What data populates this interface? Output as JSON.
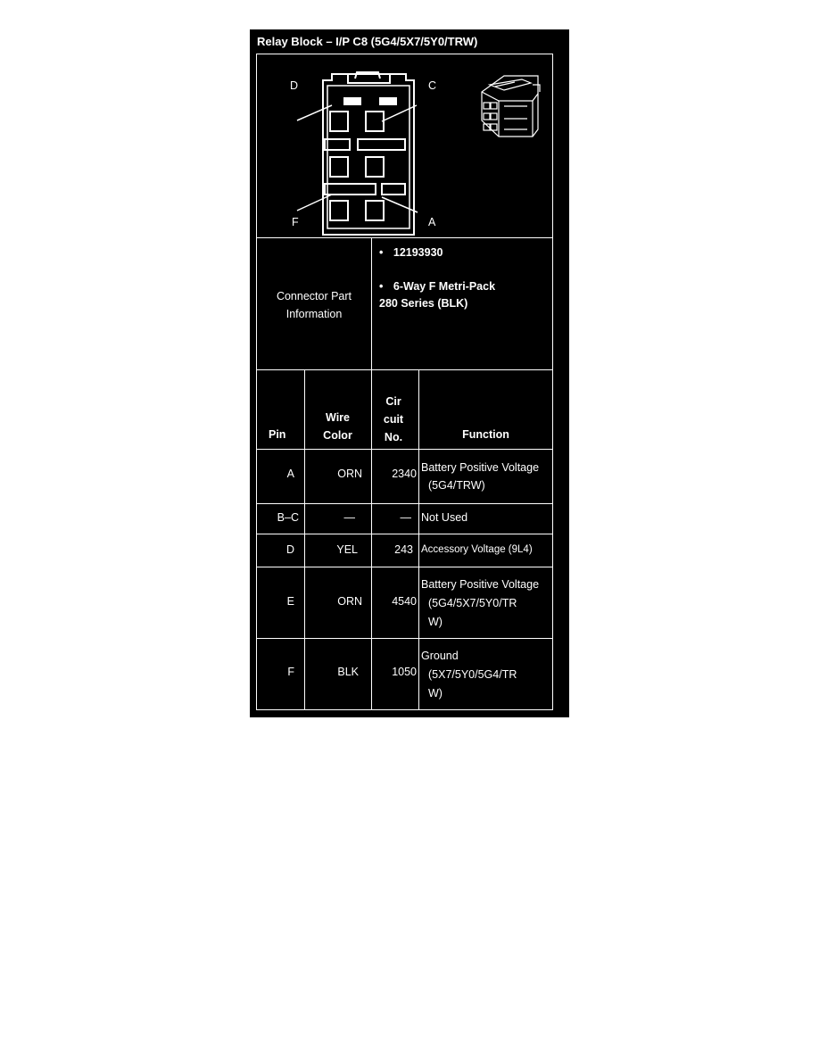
{
  "title": "Relay Block – I/P C8 (5G4/5X7/5Y0/TRW)",
  "diagram": {
    "labels": {
      "d": "D",
      "c": "C",
      "f": "F",
      "a": "A"
    },
    "icons": [
      "connector-face-icon",
      "connector-3d-icon"
    ]
  },
  "connector_info": {
    "label_line1": "Connector Part",
    "label_line2": "Information",
    "bullet": "•",
    "part_number": "12193930",
    "type_line1": "6-Way F Metri-Pack",
    "type_line2": "280 Series (BLK)"
  },
  "pin_table": {
    "headers": {
      "pin": "Pin",
      "wire_color_1": "Wire",
      "wire_color_2": "Color",
      "circuit_1": "Cir",
      "circuit_2": "cuit",
      "circuit_3": "No.",
      "function": "Function"
    },
    "rows": [
      {
        "pin": "A",
        "color": "ORN",
        "circuit": "2340",
        "function": [
          "Battery Positive Voltage",
          "(5G4/TRW)"
        ]
      },
      {
        "pin": "B–C",
        "color": "—",
        "circuit": "—",
        "function": [
          "Not Used"
        ]
      },
      {
        "pin": "D",
        "color": "YEL",
        "circuit": "243",
        "function": [
          "Accessory Voltage (9L4)"
        ]
      },
      {
        "pin": "E",
        "color": "ORN",
        "circuit": "4540",
        "function": [
          "Battery Positive Voltage",
          "(5G4/5X7/5Y0/TR",
          "W)"
        ]
      },
      {
        "pin": "F",
        "color": "BLK",
        "circuit": "1050",
        "function": [
          "Ground",
          "(5X7/5Y0/5G4/TR",
          "W)"
        ]
      }
    ]
  }
}
